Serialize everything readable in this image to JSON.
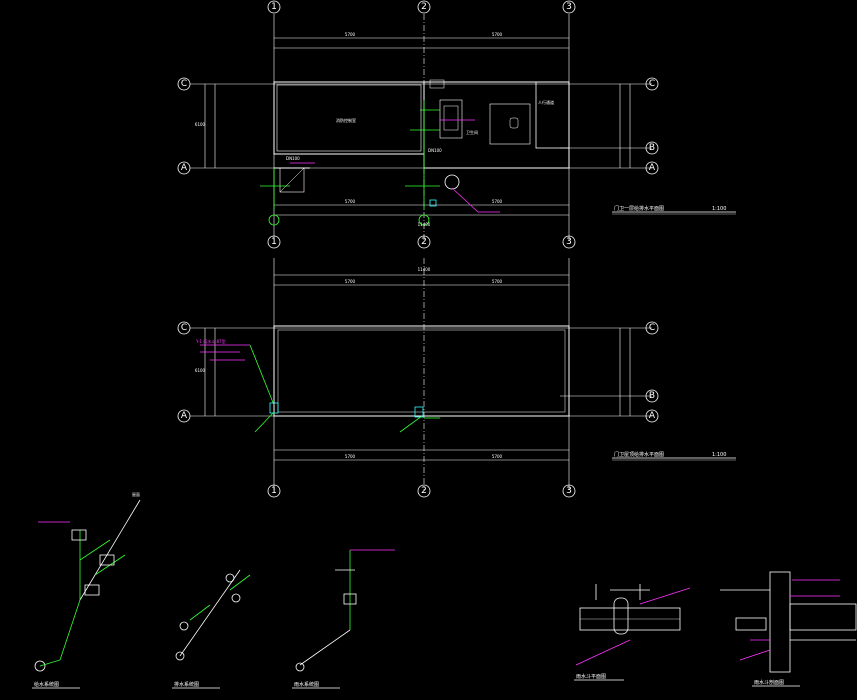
{
  "drawing": {
    "axes": {
      "vertical": [
        "1",
        "2",
        "3"
      ],
      "horizontal": [
        "A",
        "B",
        "C"
      ]
    },
    "plan1": {
      "room_main": "消防控制室",
      "room_right": "人行通道",
      "room_small": "卫生间",
      "pipe_tag_a": "DN100",
      "pipe_tag_b": "DN100",
      "dim_total": "11400",
      "dim_left": "5700",
      "dim_right": "5700",
      "dim_side": "6100",
      "title": "门卫一层给排水平面图",
      "scale": "1:100"
    },
    "plan2": {
      "dim_total": "11400",
      "dim_left": "5700",
      "dim_right": "5700",
      "dim_side": "6100",
      "note": "Y-1 雨水斗 87型",
      "title": "门卫屋顶给排水平面图",
      "scale": "1:100"
    },
    "details": {
      "system_1": "给水系统图",
      "system_2": "排水系统图",
      "system_3": "雨水系统图",
      "detail_1": "雨水斗平面图",
      "detail_2": "雨水斗剖面图",
      "roof_label": "屋面"
    },
    "colors": {
      "background": "#000000",
      "lines": "#ffffff",
      "water": "#33ff33",
      "notes": "#ff33ff",
      "cyan": "#33ffff"
    }
  }
}
